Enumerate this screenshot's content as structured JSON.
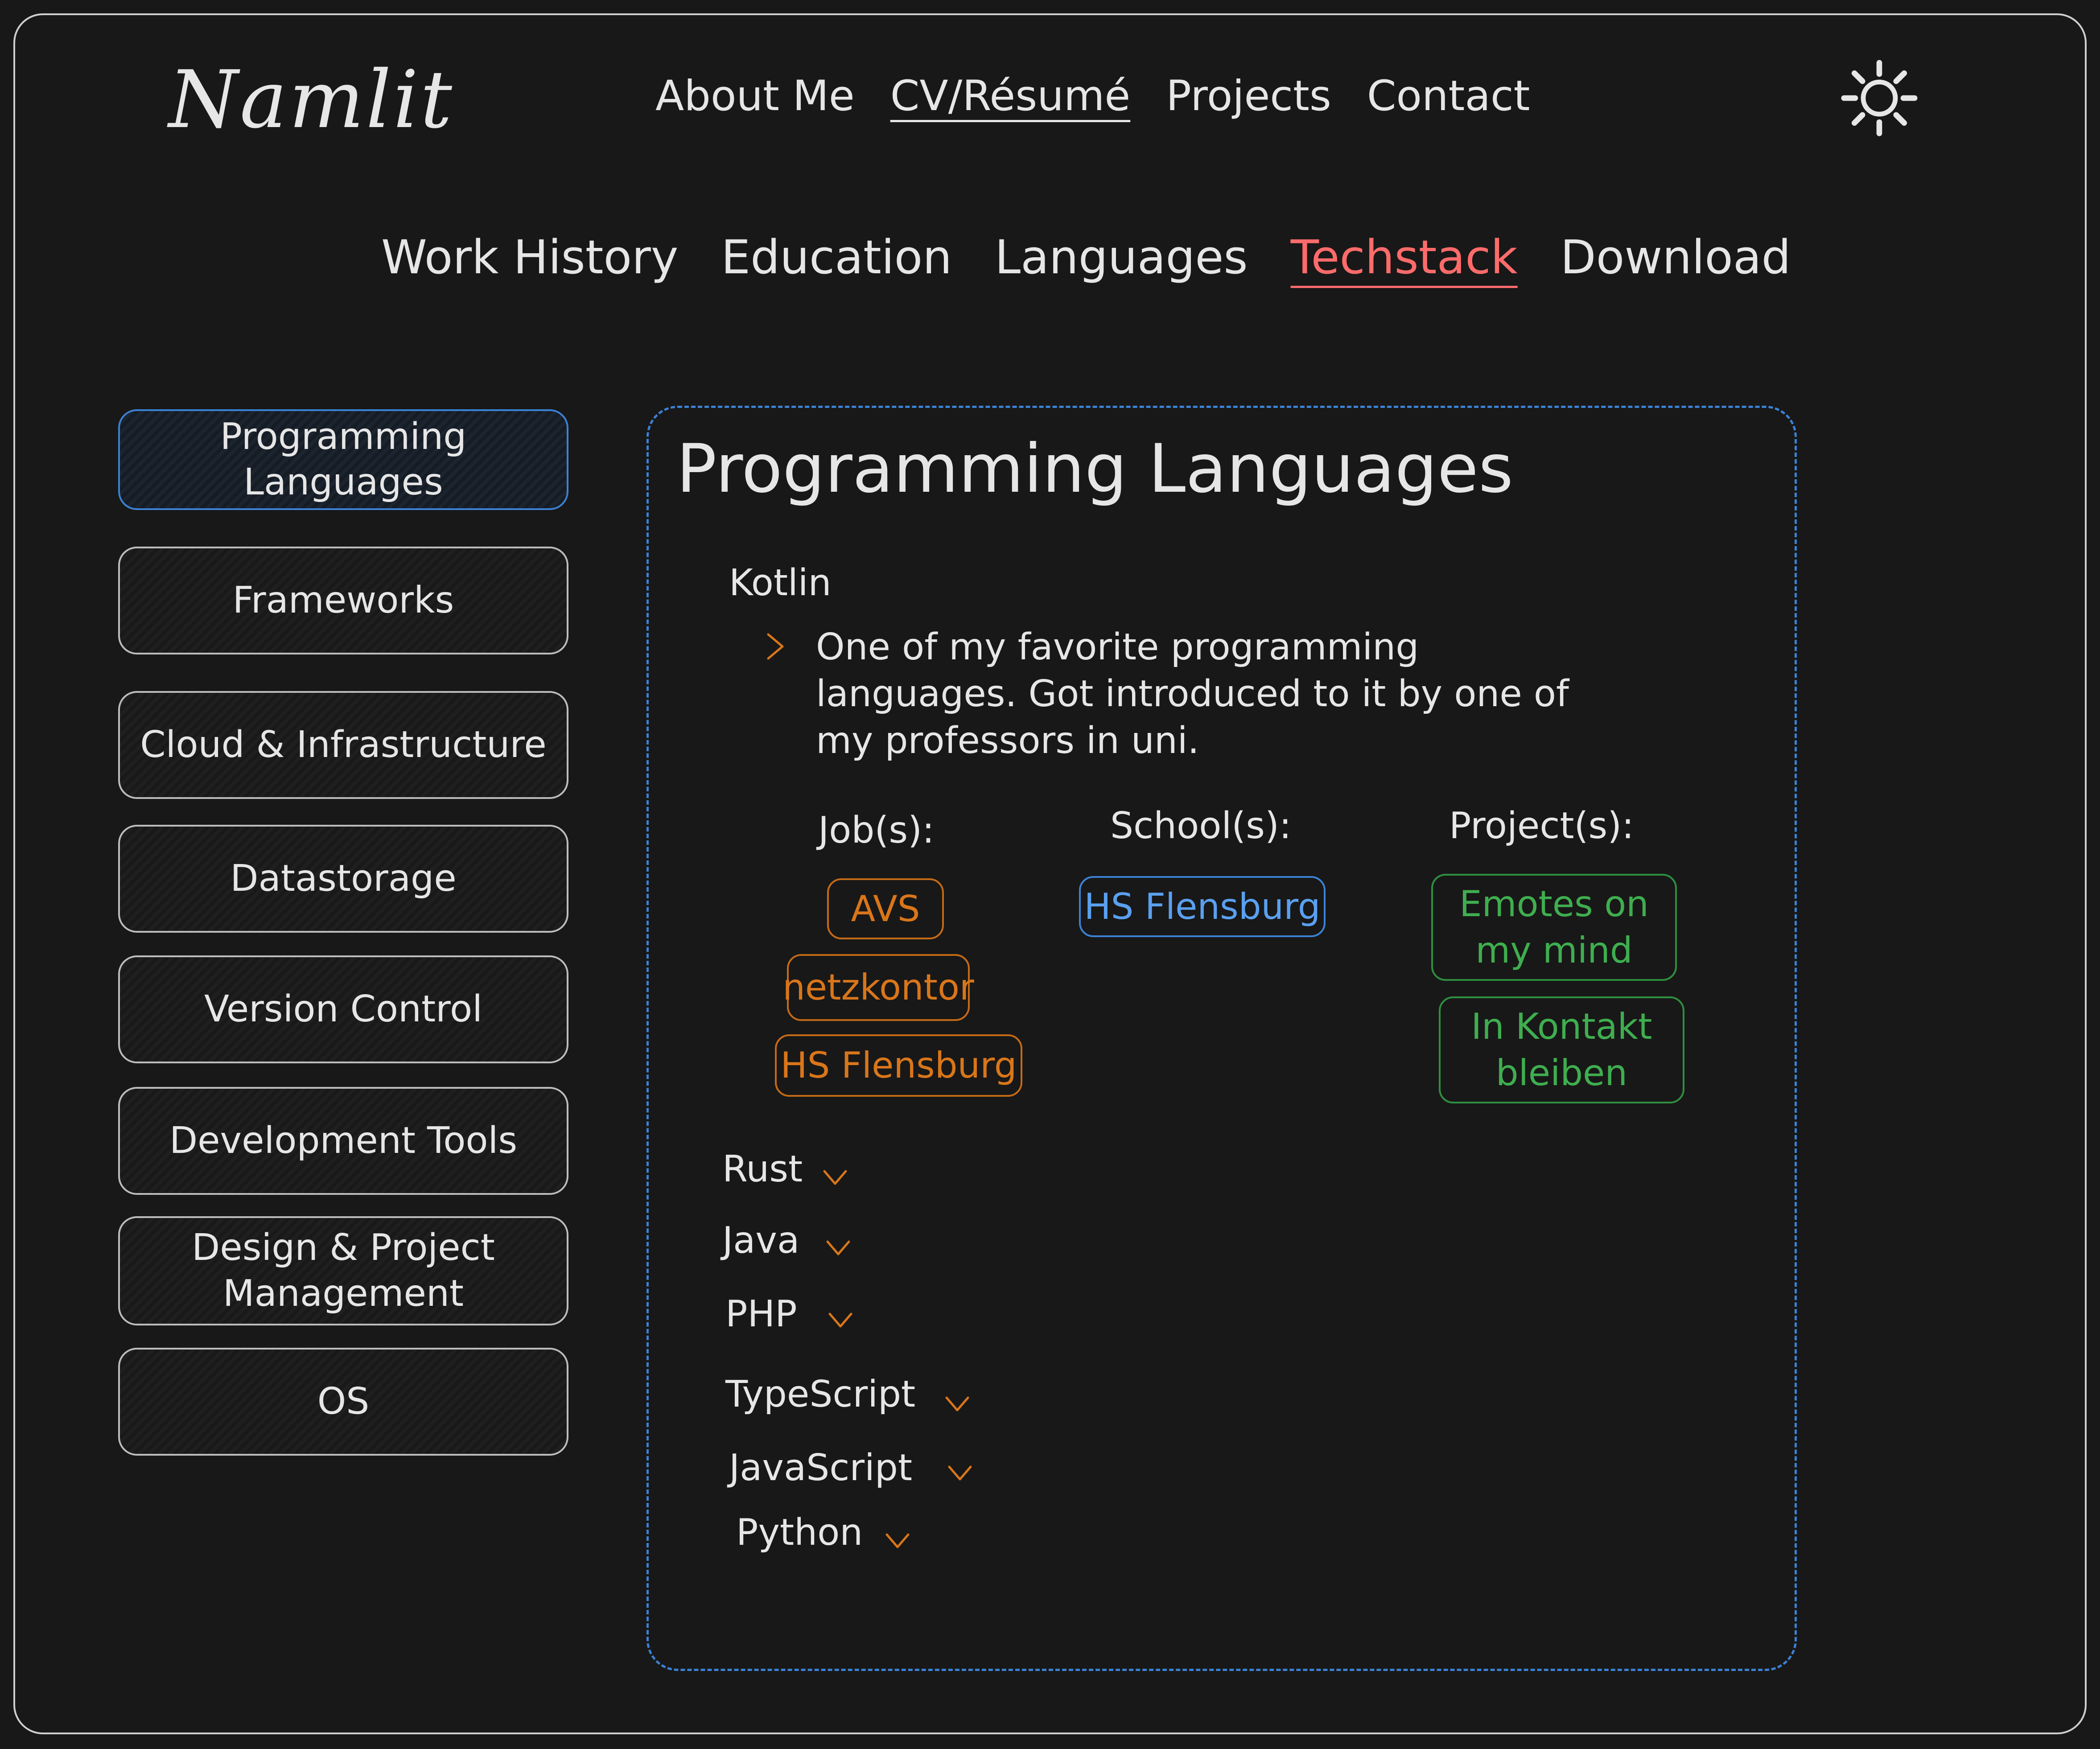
{
  "header": {
    "brand": "Namlit",
    "nav": [
      {
        "label": "About Me"
      },
      {
        "label": "CV/Résumé"
      },
      {
        "label": "Projects"
      },
      {
        "label": "Contact"
      }
    ],
    "theme_icon": "sun-icon"
  },
  "subnav": [
    {
      "label": "Work History"
    },
    {
      "label": "Education"
    },
    {
      "label": "Languages"
    },
    {
      "label": "Techstack"
    },
    {
      "label": "Download"
    }
  ],
  "sidebar": {
    "items": [
      {
        "label": "Programming Languages"
      },
      {
        "label": "Frameworks"
      },
      {
        "label": "Cloud & Infrastructure"
      },
      {
        "label": "Datastorage"
      },
      {
        "label": "Version Control"
      },
      {
        "label": "Development Tools"
      },
      {
        "label": "Design & Project Management"
      },
      {
        "label": "OS"
      }
    ]
  },
  "panel": {
    "title": "Programming Languages",
    "expanded": {
      "name": "Kotlin",
      "description": "One of my favorite programming languages. Got introduced to it by one of my professors in uni.",
      "jobs_heading": "Job(s):",
      "schools_heading": "School(s):",
      "projects_heading": "Project(s):",
      "jobs": [
        "AVS",
        "netzkontor",
        "HS Flensburg"
      ],
      "schools": [
        "HS Flensburg"
      ],
      "projects": [
        "Emotes on my mind",
        "In Kontakt bleiben"
      ]
    },
    "collapsed": [
      "Rust",
      "Java",
      "PHP",
      "TypeScript",
      "JavaScript",
      "Python"
    ]
  },
  "colors": {
    "background": "#181818",
    "text": "#e6e6e6",
    "active_tab": "#ff6b6b",
    "accent_blue": "#3b82d6",
    "job_orange": "#d9761a",
    "project_green": "#3fae4f"
  }
}
